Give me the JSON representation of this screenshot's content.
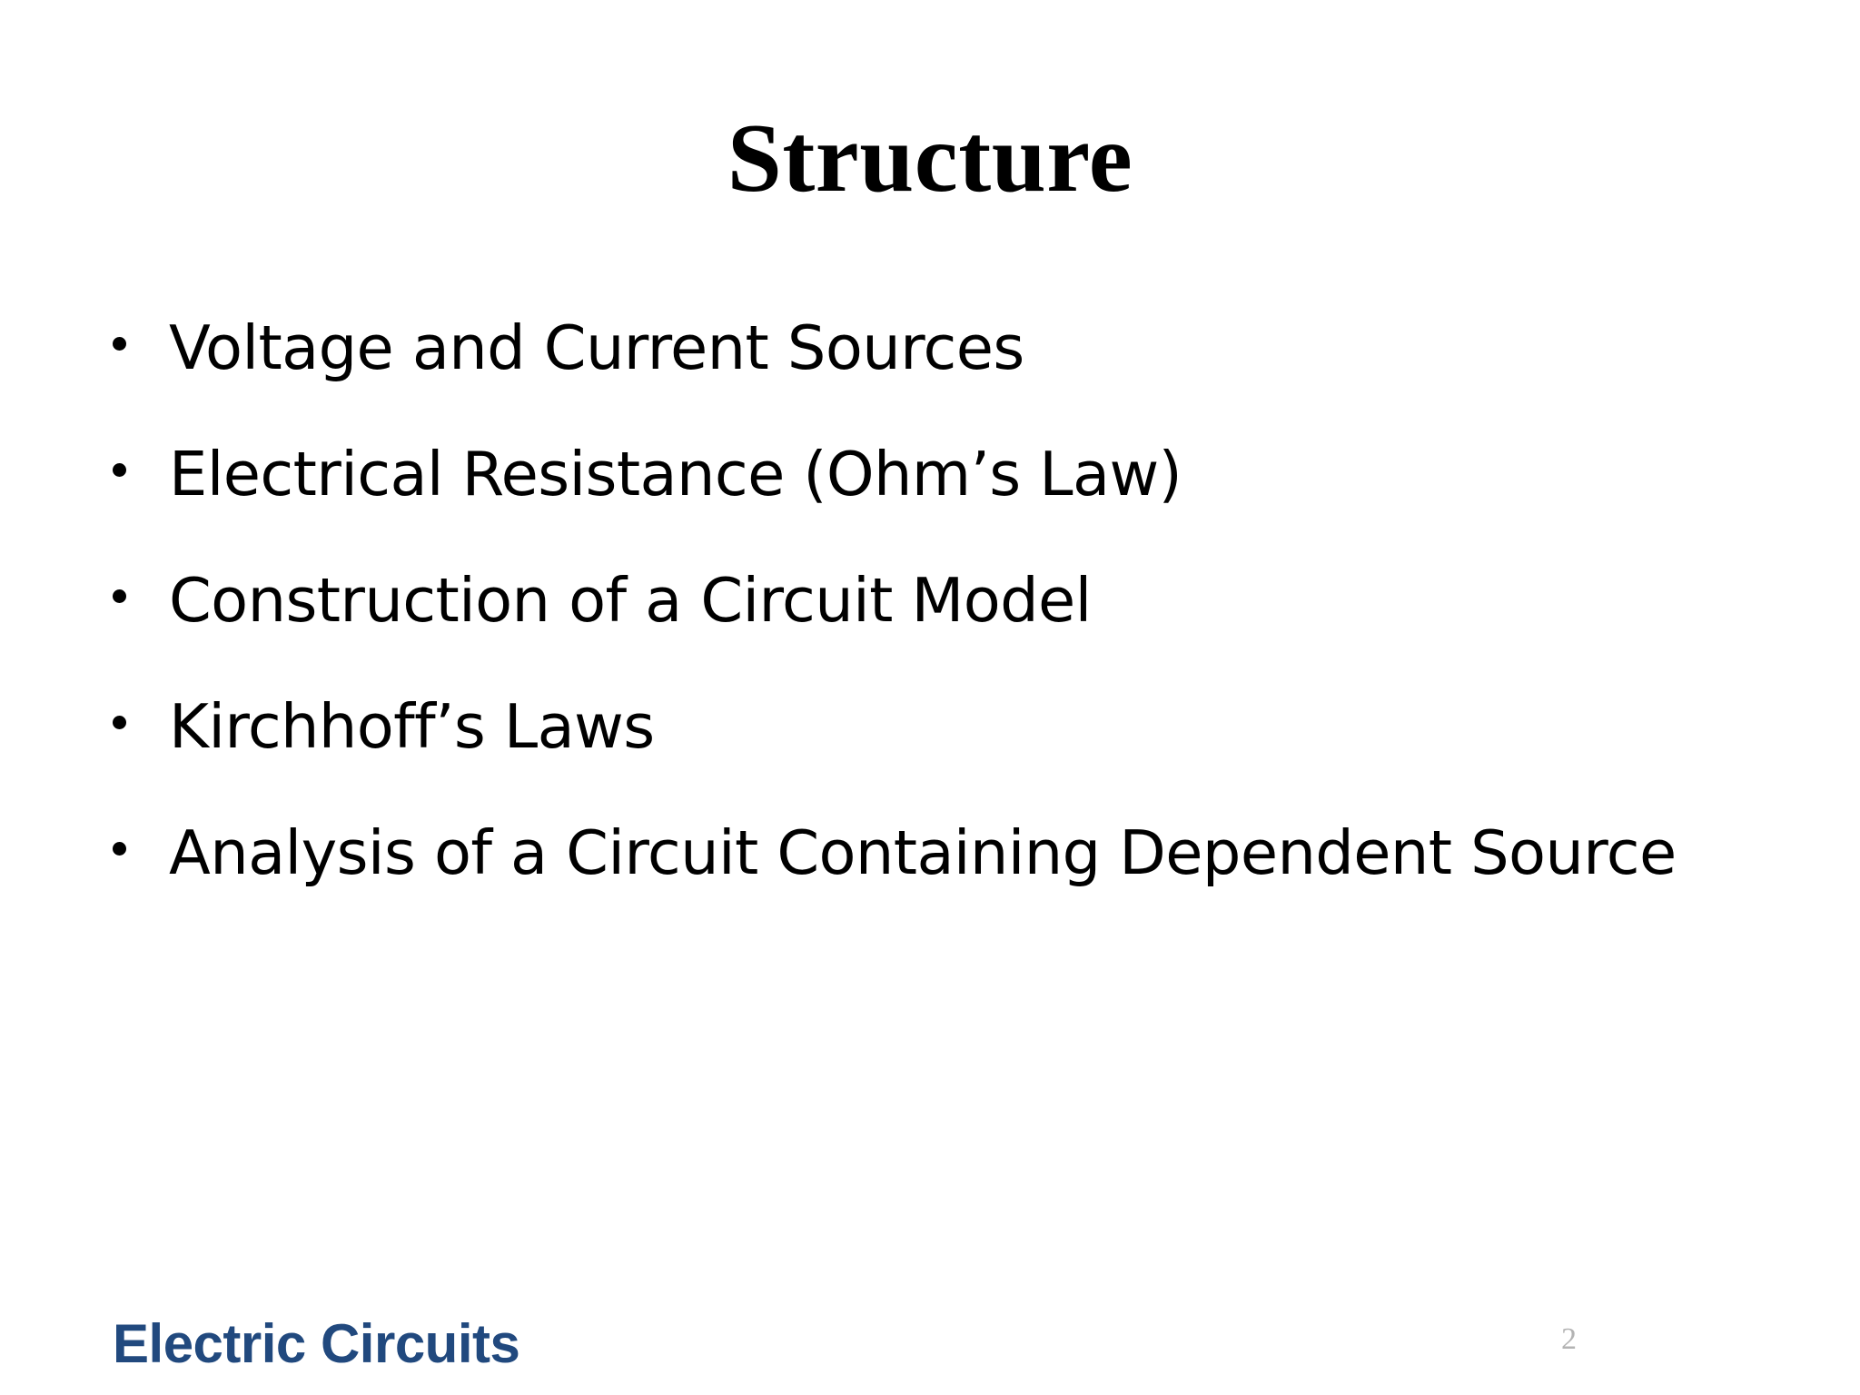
{
  "slide": {
    "title": "Structure",
    "background_color": "#FFFFFF",
    "title_color": "#000000",
    "body_color": "#000000",
    "bullets": [
      {
        "text": "Voltage and Current Sources",
        "marker": "bullet-dot"
      },
      {
        "text": "Electrical Resistance (Ohm’s Law)",
        "marker": "bullet-dot"
      },
      {
        "text": "Construction of a Circuit Model",
        "marker": "bullet-dot"
      },
      {
        "text": "Kirchhoff’s Laws",
        "marker": "bullet-dot"
      },
      {
        "text": "Analysis of a Circuit Containing Dependent Source",
        "marker": "bullet-dot"
      }
    ],
    "footer": {
      "brand": "Electric Circuits",
      "brand_color": "#21497E",
      "page_number": "2",
      "page_number_color": "#B3B3B3"
    }
  }
}
